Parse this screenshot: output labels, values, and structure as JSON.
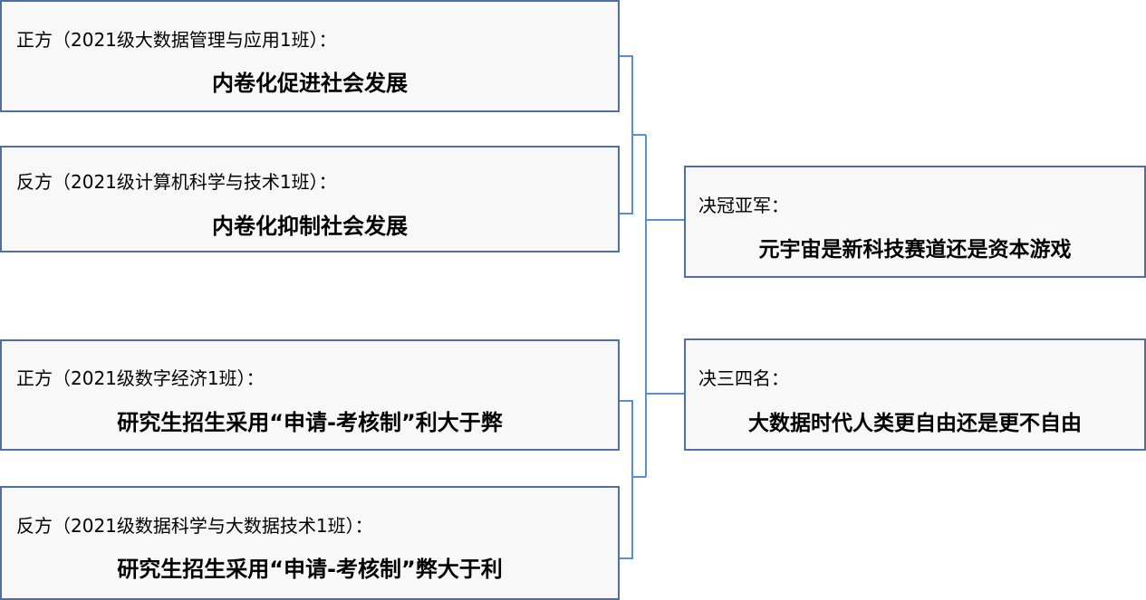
{
  "debates": [
    {
      "side": "正方（2021级大数据管理与应用1班）：",
      "topic": "内卷化促进社会发展"
    },
    {
      "side": "反方（2021级计算机科学与技术1班）：",
      "topic": "内卷化抑制社会发展"
    },
    {
      "side": "正方（2021级数字经济1班）：",
      "topic": "研究生招生采用“申请-考核制”利大于弊"
    },
    {
      "side": "反方（2021级数据科学与大数据技术1班）：",
      "topic": "研究生招生采用“申请-考核制”弊大于利"
    }
  ],
  "finals": [
    {
      "label": "决冠亚军：",
      "topic": "元宇宙是新科技赛道还是资本游戏"
    },
    {
      "label": "决三四名：",
      "topic": "大数据时代人类更自由还是更不自由"
    }
  ],
  "colors": {
    "border": "#4f6fa3",
    "connector": "#5b8fd0",
    "box_fill": "#f8f8f8"
  }
}
